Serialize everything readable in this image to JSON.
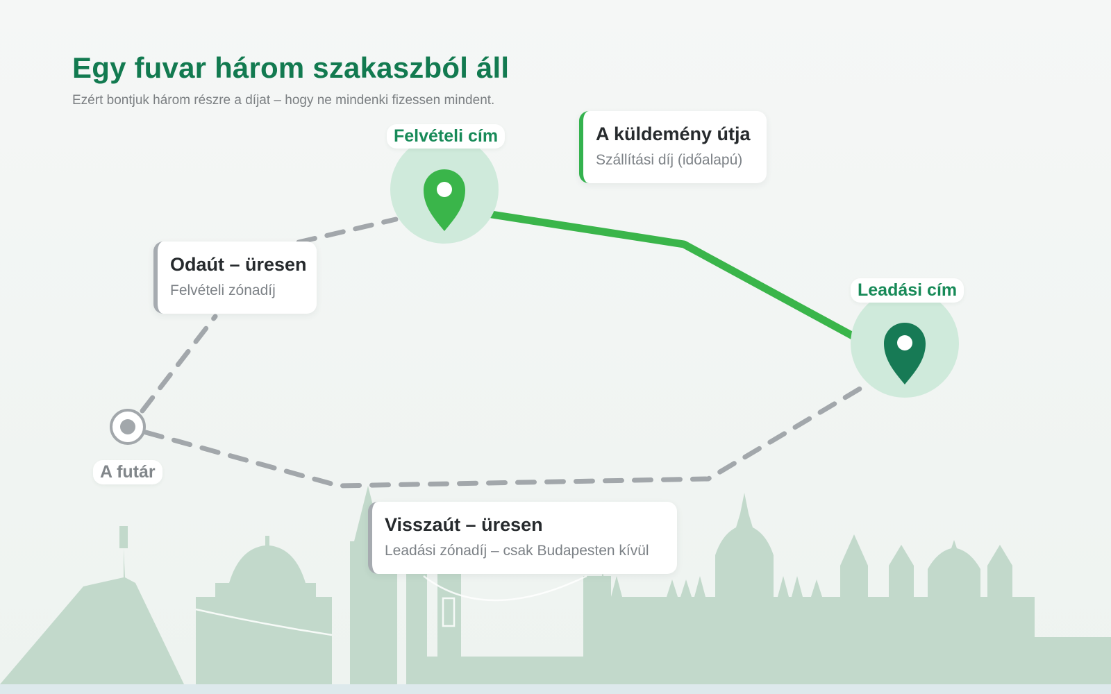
{
  "header": {
    "title": "Egy fuvar három szakaszból áll",
    "subtitle": "Ezért bontjuk három részre a díjat – hogy ne mindenki fizessen mindent."
  },
  "points": {
    "pickup": {
      "label": "Felvételi cím",
      "icon": "map-pin-icon",
      "color": "#3ab54a"
    },
    "dropoff": {
      "label": "Leadási cím",
      "icon": "map-pin-icon",
      "color": "#177a55"
    },
    "courier": {
      "label": "A futár",
      "icon": "courier-location-icon",
      "color": "#a2a7ab"
    }
  },
  "segments": {
    "delivery": {
      "title": "A küldemény útja",
      "subtitle": "Szállítási díj (időalapú)",
      "color": "#3ab54a"
    },
    "outbound": {
      "title": "Odaút – üresen",
      "subtitle": "Felvételi zónadíj",
      "color": "#a2a7ab"
    },
    "return": {
      "title": "Visszaút – üresen",
      "subtitle": "Leadási zónadíj – csak Budapesten kívül",
      "color": "#a2a7ab"
    }
  },
  "colors": {
    "accent": "#127a50",
    "skyline": "#c2d9cb",
    "pin_halo": "#cfeadb"
  }
}
